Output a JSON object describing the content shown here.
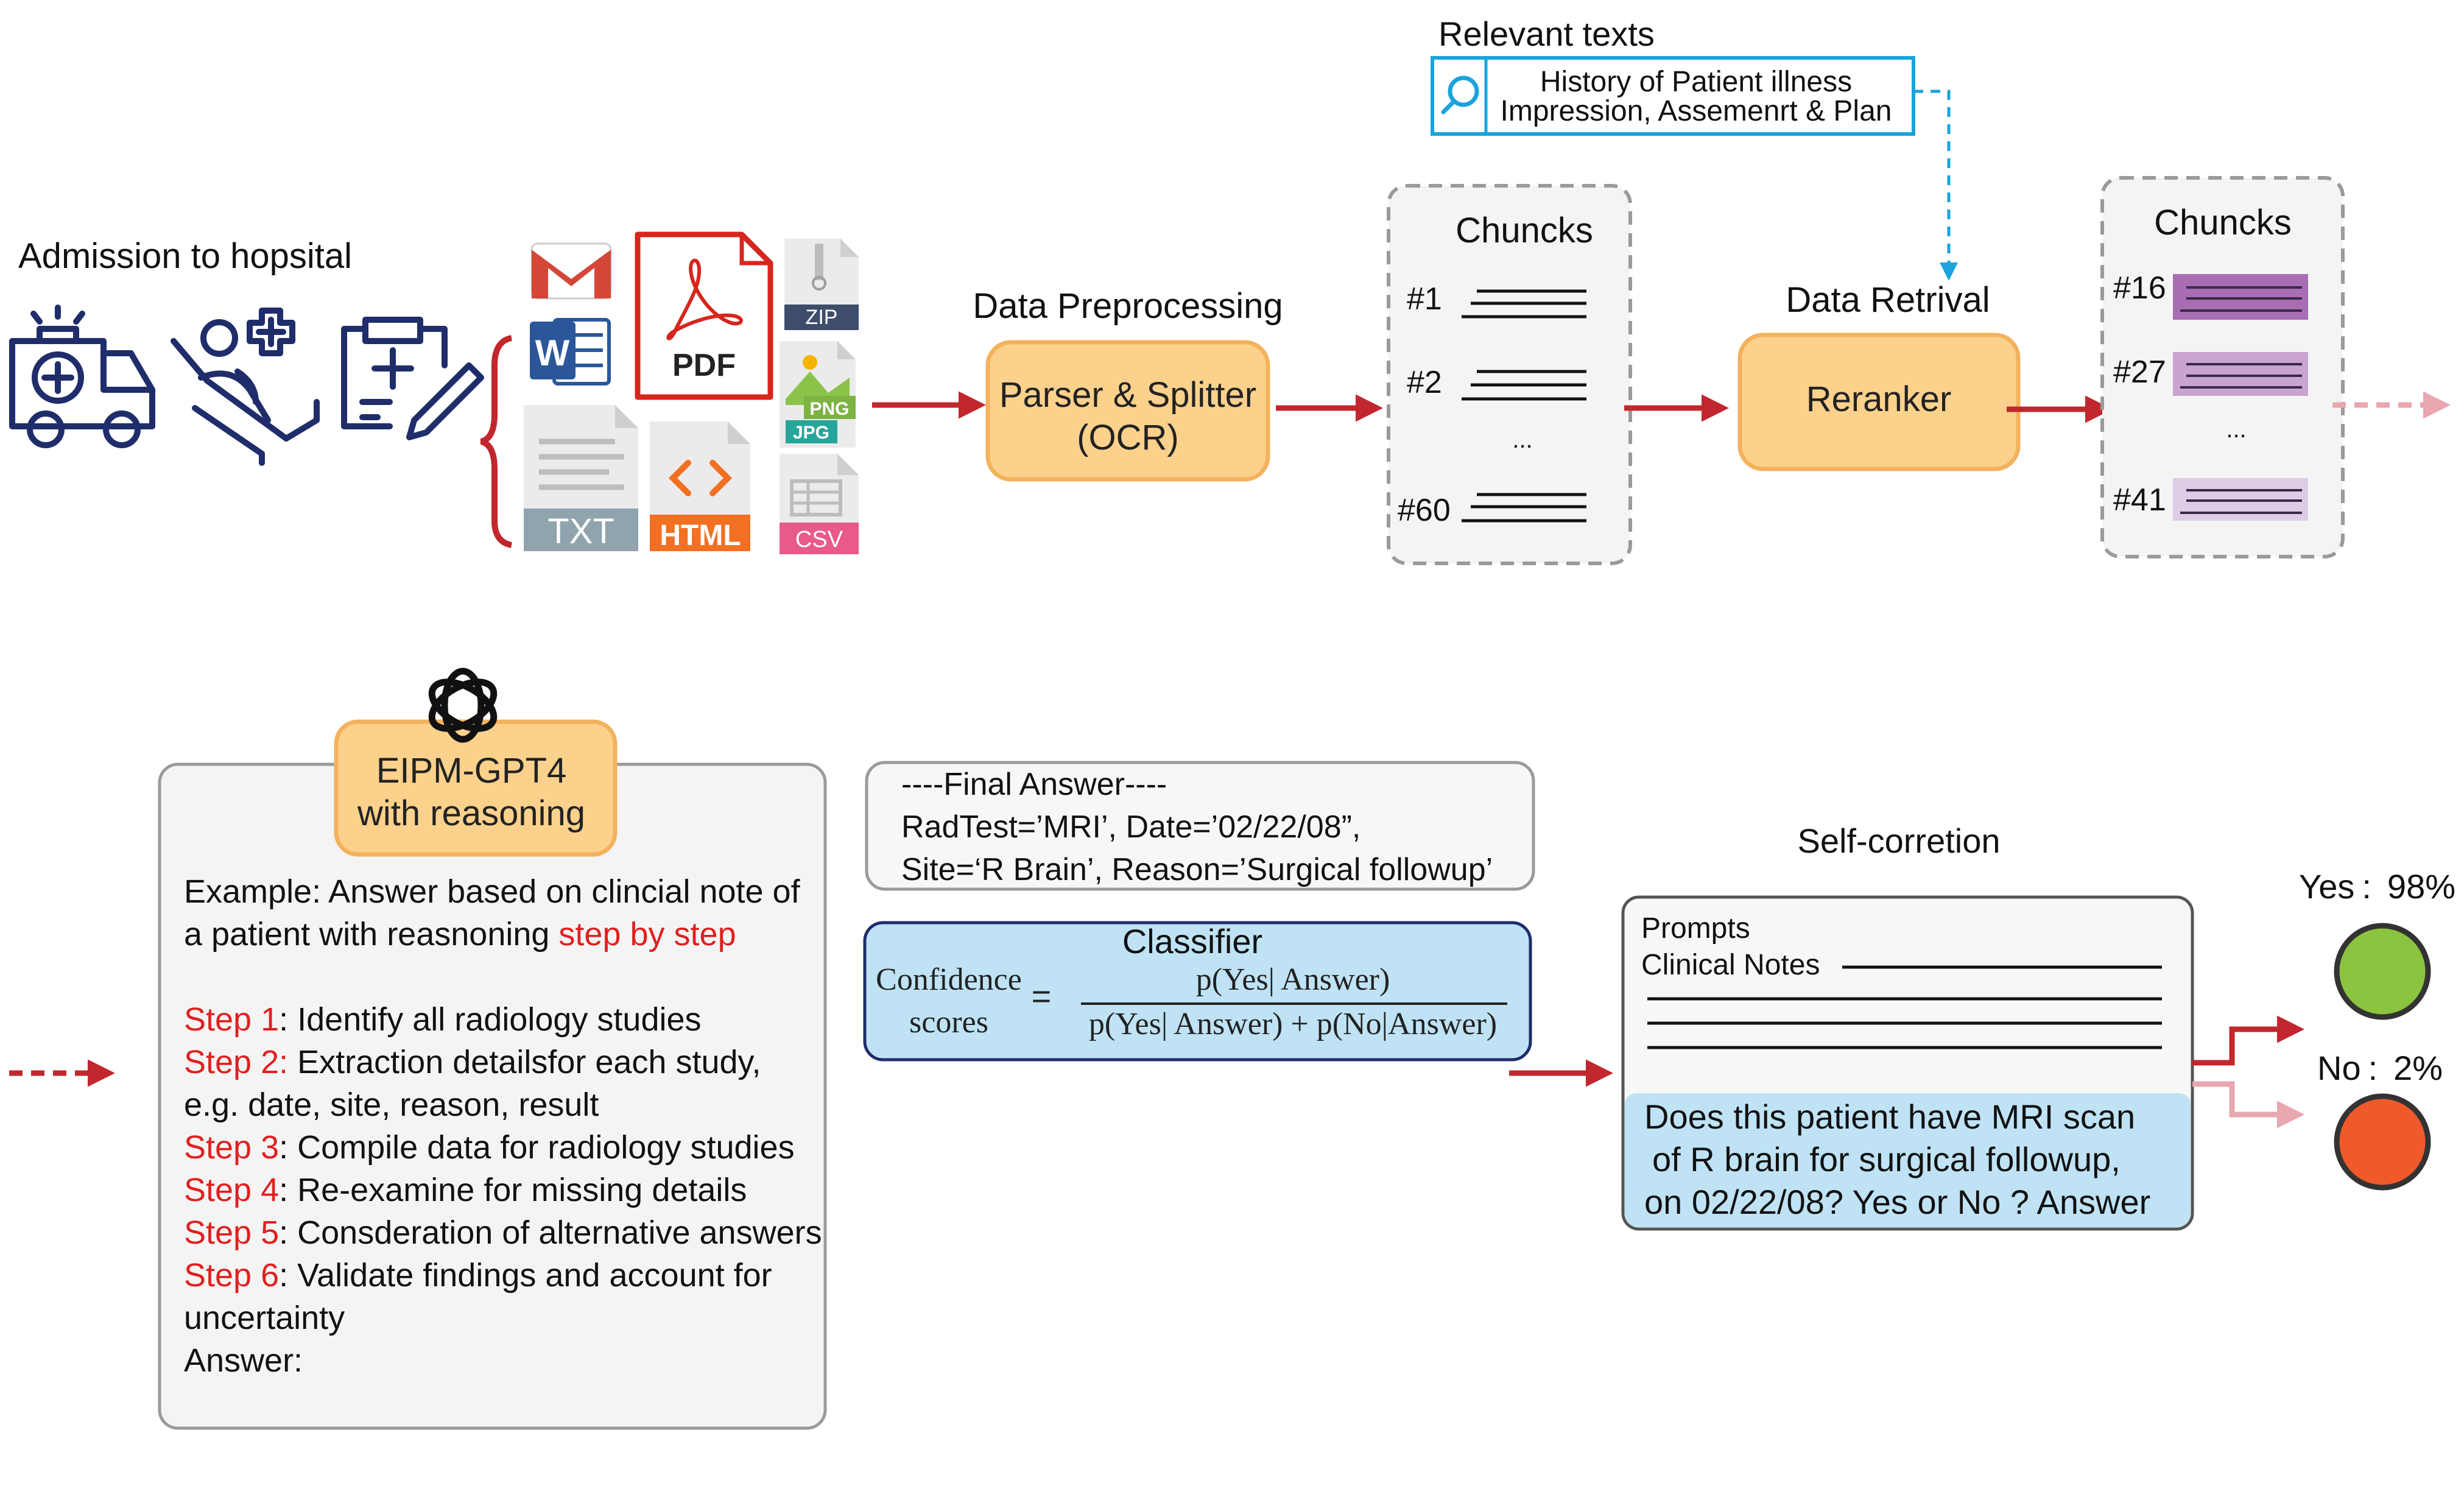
{
  "colors": {
    "arrow_red": "#c1272d",
    "arrow_pink": "#e9a7b0",
    "orange_fill": "#fcd18c",
    "orange_stroke": "#f4b25d",
    "navy": "#1f2d6b",
    "blue_fill": "#bfe3f5",
    "cyan": "#1aa3dc",
    "chunk_purple": "#a86db2",
    "chunk_lilac": "#c9a4d0",
    "chunk_pale": "#dccce6",
    "yes_green": "#8bc43f",
    "no_orange": "#f0592a",
    "step_red": "#e0201f"
  },
  "admission": {
    "label": "Admission to hopsital",
    "icons": [
      "ambulance-icon",
      "hospital-bed-icon",
      "clipboard-icon"
    ]
  },
  "files": {
    "pdf": "PDF",
    "zip": "ZIP",
    "png": "PNG",
    "jpg": "JPG",
    "txt": "TXT",
    "html": "HTML",
    "csv": "CSV",
    "word": "W",
    "icons": [
      "gmail-icon",
      "word-icon",
      "pdf-icon",
      "zip-icon",
      "image-icon",
      "txt-icon",
      "html-icon",
      "csv-icon"
    ]
  },
  "preprocessing": {
    "title": "Data Preprocessing",
    "line1": "Parser & Splitter",
    "line2": "(OCR)"
  },
  "chunks1": {
    "title": "Chuncks",
    "items": [
      "#1",
      "#2",
      "...",
      "#60"
    ]
  },
  "relevant": {
    "title": "Relevant texts",
    "line1": "History of Patient illness",
    "line2": "Impression, Assemenrt & Plan"
  },
  "retrieval": {
    "title": "Data Retrival",
    "button": "Reranker"
  },
  "chunks2": {
    "title": "Chuncks",
    "items": [
      "#16",
      "#27",
      "...",
      "#41"
    ]
  },
  "gpt": {
    "title1": "EIPM-GPT4",
    "title2": "with reasoning",
    "example1": "Example: Answer based on clincial note of",
    "example2a": "a patient with reasnoning ",
    "example2b": "step by step",
    "steps": [
      {
        "label": "Step 1",
        "text": ": Identify all radiology studies"
      },
      {
        "label": "Step 2:",
        "text": " Extraction detailsfor each study,"
      },
      {
        "label": "",
        "text": " e.g. date, site, reason, result"
      },
      {
        "label": "Step 3",
        "text": ": Compile data for radiology studies"
      },
      {
        "label": "Step 4",
        "text": ": Re-examine for missing details"
      },
      {
        "label": "Step 5",
        "text": ": Consderation of alternative answers"
      },
      {
        "label": "Step 6",
        "text": ": Validate findings and account for"
      },
      {
        "label": "",
        "text": "uncertainty"
      },
      {
        "label": "",
        "text": "Answer:"
      }
    ]
  },
  "final_answer": {
    "line1": "----Final Answer----",
    "line2": "RadTest=’MRI’, Date=’02/22/08”,",
    "line3": "Site=‘R Brain’, Reason=’Surgical followup’"
  },
  "classifier": {
    "title": "Classifier",
    "lhs1": "Confidence",
    "lhs2": "scores",
    "eq": "=",
    "numerator": "p(Yes| Answer)",
    "denominator": "p(Yes| Answer) + p(No|Answer)"
  },
  "self_correction": {
    "title": "Self-corretion",
    "prompts": "Prompts",
    "notes": "Clinical Notes",
    "q1": "Does this patient have MRI scan",
    "q2": "of R brain for surgical followup,",
    "q3": "on 02/22/08? Yes or No ? Answer"
  },
  "result": {
    "yes_label": "Yes",
    "yes_value": "98%",
    "no_label": "No",
    "no_value": "2%"
  }
}
